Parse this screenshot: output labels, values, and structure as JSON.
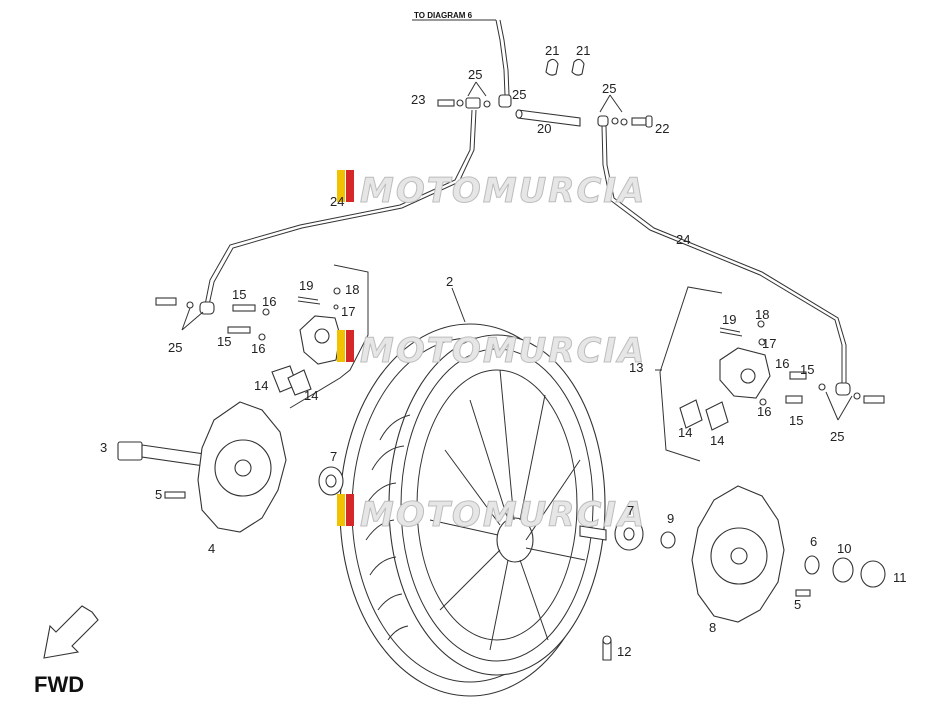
{
  "header_note": "TO DIAGRAM 6",
  "fwd_label": "FWD",
  "watermark": "MOTOMURCIA",
  "callouts": {
    "c2": "2",
    "c3": "3",
    "c4": "4",
    "c5a": "5",
    "c5b": "5",
    "c6": "6",
    "c7a": "7",
    "c7b": "7",
    "c8": "8",
    "c9": "9",
    "c10": "10",
    "c11": "11",
    "c12": "12",
    "c13": "13",
    "c14a": "14",
    "c14b": "14",
    "c14c": "14",
    "c14d": "14",
    "c15a": "15",
    "c15b": "15",
    "c15c": "15",
    "c15d": "15",
    "c16a": "16",
    "c16b": "16",
    "c16c": "16",
    "c16d": "16",
    "c17a": "17",
    "c17b": "17",
    "c18a": "18",
    "c18b": "18",
    "c19a": "19",
    "c19b": "19",
    "c20": "20",
    "c21a": "21",
    "c21b": "21",
    "c22": "22",
    "c23": "23",
    "c24a": "24",
    "c24b": "24",
    "c25a": "25",
    "c25b": "25",
    "c25c": "25",
    "c25d": "25",
    "c25e": "25"
  },
  "colors": {
    "line": "#333333",
    "watermark_fill": "#e6e6e6",
    "logo_yellow": "#f2c200",
    "logo_red": "#d62828"
  }
}
